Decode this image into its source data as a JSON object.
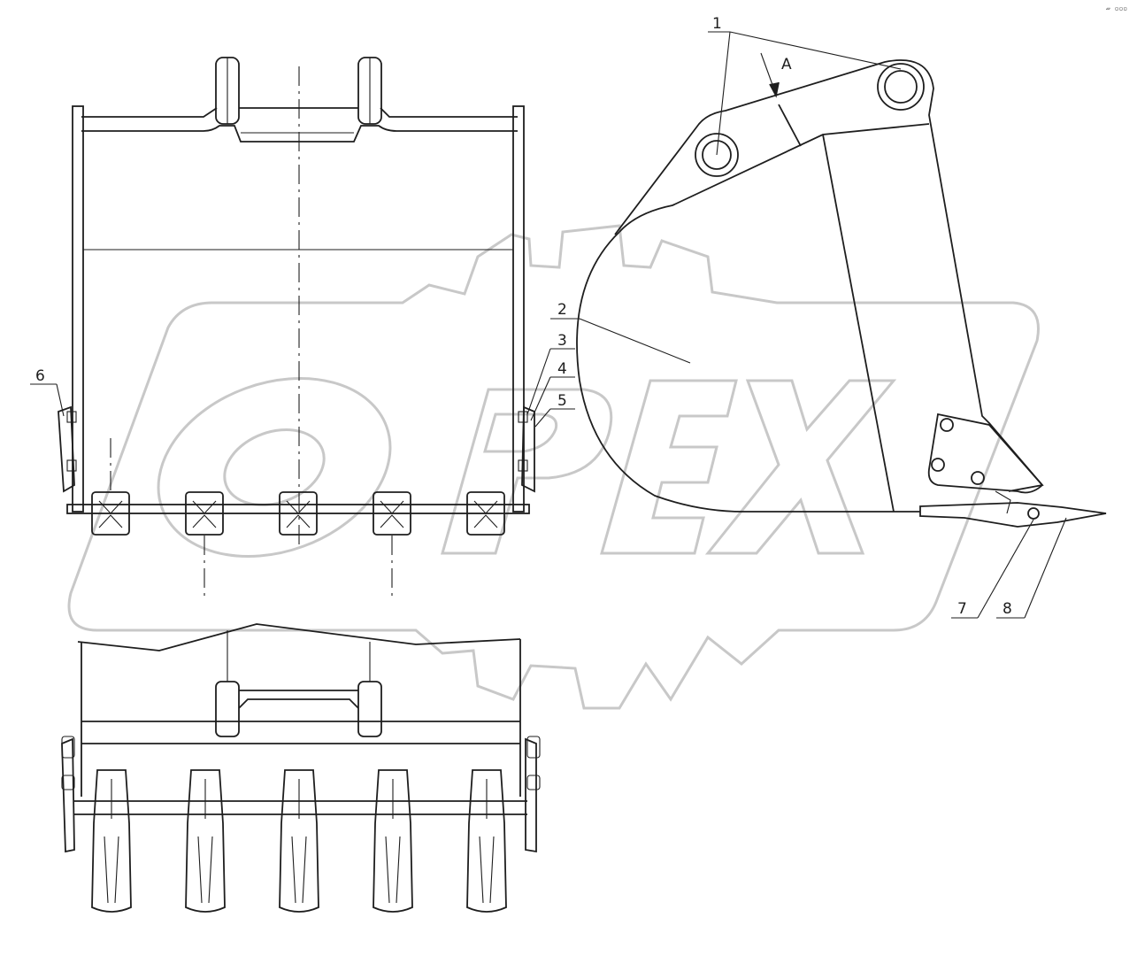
{
  "drawing": {
    "watermark": "OPEX",
    "corner_mark": "▱ ▫▫▫",
    "view_label": "A",
    "callouts": [
      "1",
      "2",
      "3",
      "4",
      "5",
      "6",
      "7",
      "8"
    ]
  },
  "colors": {
    "line": "#1e1e1e",
    "watermark": "#c8c8c8",
    "background": "#ffffff"
  }
}
